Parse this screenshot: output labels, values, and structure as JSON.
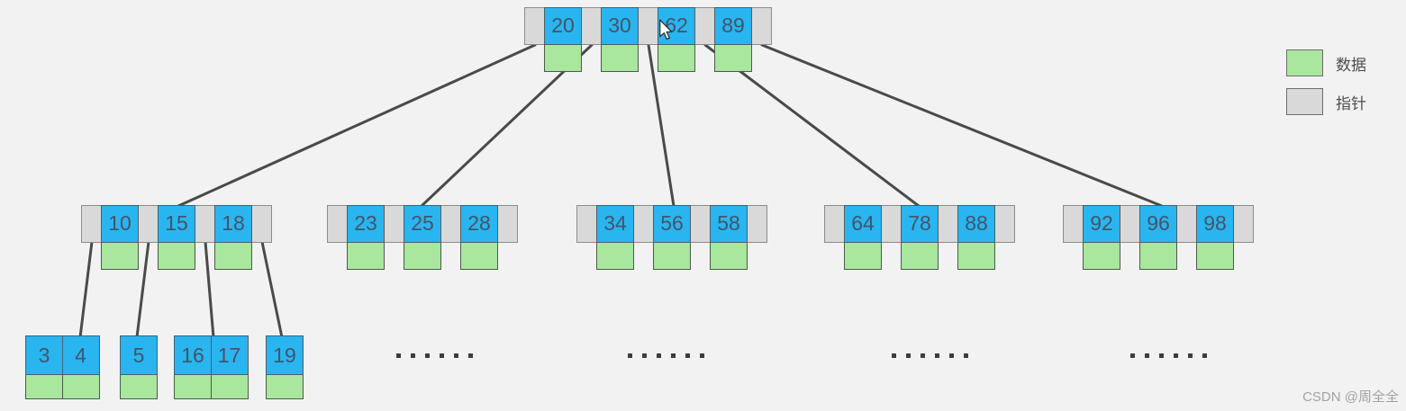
{
  "legend": {
    "items": [
      {
        "swatch": "data-swatch",
        "label": "数据"
      },
      {
        "swatch": "pointer-swatch",
        "label": "指针"
      }
    ]
  },
  "watermark": "CSDN @周全全",
  "colors": {
    "background": "#f2f2f2",
    "key_cell": "#29b5f0",
    "data_cell": "#a9e69e",
    "pointer_cell": "#d9d9d9",
    "edge_line": "#4a4a4a",
    "key_text": "#44546a"
  },
  "tree": {
    "root": {
      "keys": [
        "20",
        "30",
        "62",
        "89"
      ]
    },
    "internal_nodes": [
      {
        "keys": [
          "10",
          "15",
          "18"
        ]
      },
      {
        "keys": [
          "23",
          "25",
          "28"
        ]
      },
      {
        "keys": [
          "34",
          "56",
          "58"
        ]
      },
      {
        "keys": [
          "64",
          "78",
          "88"
        ]
      },
      {
        "keys": [
          "92",
          "96",
          "98"
        ]
      }
    ],
    "leaf_nodes": [
      {
        "keys": [
          "3",
          "4"
        ]
      },
      {
        "keys": [
          "5"
        ]
      },
      {
        "keys": [
          "16",
          "17"
        ]
      },
      {
        "keys": [
          "19"
        ]
      }
    ],
    "ellipsis_dots_per_group": 6
  }
}
